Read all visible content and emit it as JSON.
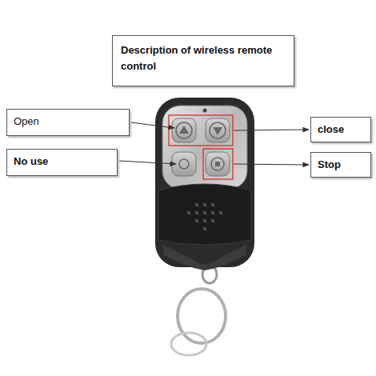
{
  "diagram": {
    "title": "Description of wireless remote control",
    "nodes": [
      {
        "text": [
          "Open"
        ]
      },
      {
        "text": [
          "close"
        ]
      },
      {
        "text": [
          "No use"
        ]
      },
      {
        "text": [
          "Stop"
        ]
      }
    ]
  }
}
